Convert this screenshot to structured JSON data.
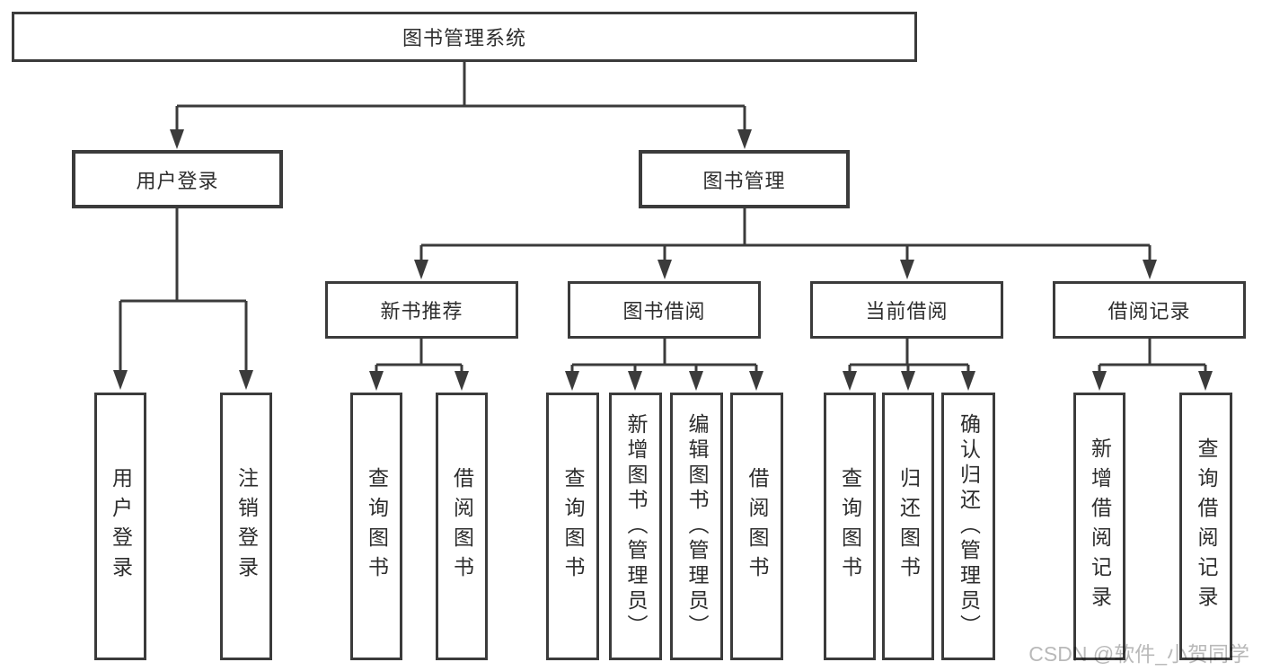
{
  "colors": {
    "line": "#3b3b3b",
    "text": "#2d2d2d",
    "box_bg": "#ffffff",
    "watermark": "#b9b9b9"
  },
  "tree": {
    "root": {
      "label": "图书管理系统"
    },
    "branches": [
      {
        "label": "用户登录",
        "children": [
          {
            "label": "用户登录"
          },
          {
            "label": "注销登录"
          }
        ]
      },
      {
        "label": "图书管理",
        "children": [
          {
            "label": "新书推荐",
            "children": [
              {
                "label": "查询图书"
              },
              {
                "label": "借阅图书"
              }
            ]
          },
          {
            "label": "图书借阅",
            "children": [
              {
                "label": "查询图书"
              },
              {
                "label": "新增图书（管理员）"
              },
              {
                "label": "编辑图书（管理员）"
              },
              {
                "label": "借阅图书"
              }
            ]
          },
          {
            "label": "当前借阅",
            "children": [
              {
                "label": "查询图书"
              },
              {
                "label": "归还图书"
              },
              {
                "label": "确认归还（管理员）"
              }
            ]
          },
          {
            "label": "借阅记录",
            "children": [
              {
                "label": "新增借阅记录"
              },
              {
                "label": "查询借阅记录"
              }
            ]
          }
        ]
      }
    ]
  },
  "watermark": {
    "text": "CSDN @软件_小贺同学"
  }
}
